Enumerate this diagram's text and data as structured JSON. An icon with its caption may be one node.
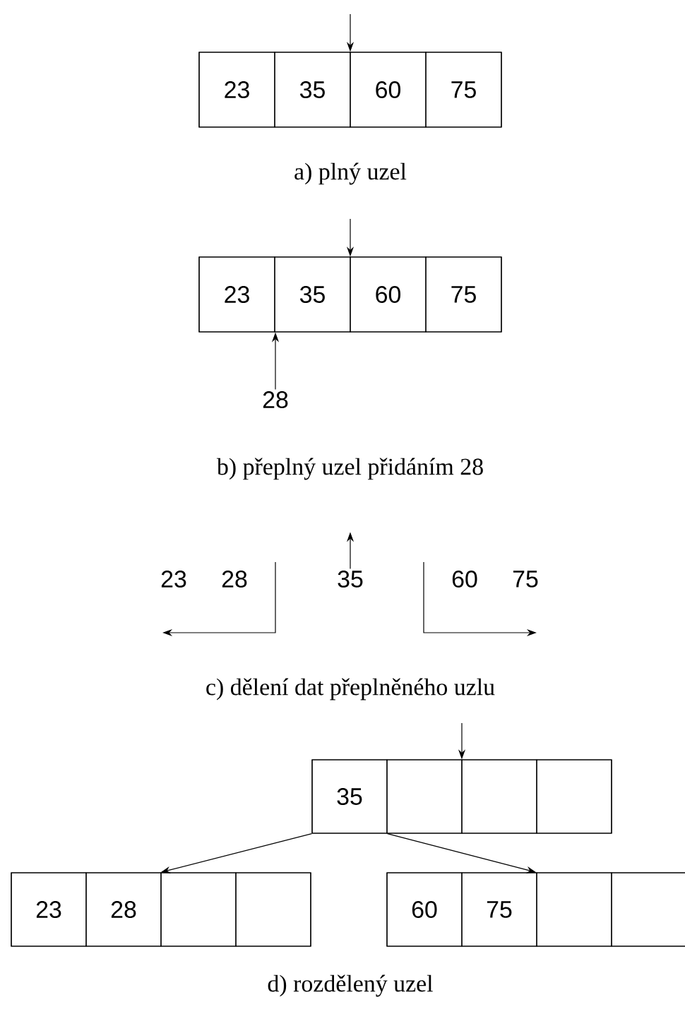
{
  "diagram": {
    "nodes": [
      {
        "text": [],
        "shape": "box"
      },
      {
        "text": [
          "23"
        ],
        "in": 0
      },
      {
        "text": [
          "35"
        ],
        "in": 0
      },
      {
        "text": [
          "60"
        ],
        "in": 0
      },
      {
        "text": [
          "75"
        ],
        "in": 0
      },
      {
        "text": [],
        "shape": "box"
      },
      {
        "text": [
          "23"
        ],
        "in": 5
      },
      {
        "text": [
          "35"
        ],
        "in": 5
      },
      {
        "text": [
          "60"
        ],
        "in": 5
      },
      {
        "text": [
          "75"
        ],
        "in": 5
      },
      {
        "text": [
          "28"
        ]
      },
      {
        "text": [
          "23"
        ]
      },
      {
        "text": [
          "28"
        ]
      },
      {
        "text": [
          "35"
        ]
      },
      {
        "text": [
          "60"
        ]
      },
      {
        "text": [
          "75"
        ]
      },
      {
        "text": [],
        "shape": "box"
      },
      {
        "text": [
          "35"
        ],
        "in": 16
      },
      {
        "text": [],
        "shape": "box",
        "in": 16
      },
      {
        "text": [],
        "shape": "box",
        "in": 16
      },
      {
        "text": [],
        "shape": "box",
        "in": 16
      },
      {
        "text": [],
        "shape": "box"
      },
      {
        "text": [
          "23"
        ],
        "in": 21
      },
      {
        "text": [
          "28"
        ],
        "in": 21
      },
      {
        "text": [],
        "shape": "box",
        "in": 21
      },
      {
        "text": [],
        "shape": "box",
        "in": 21
      },
      {
        "text": [],
        "shape": "box"
      },
      {
        "text": [
          "60"
        ],
        "in": 26
      },
      {
        "text": [
          "75"
        ],
        "in": 26
      },
      {
        "text": [],
        "shape": "box",
        "in": 26
      },
      {
        "text": [],
        "shape": "box",
        "in": 26
      }
    ],
    "edges": [
      {
        "from": null,
        "to": 0,
        "arrow": "to"
      },
      {
        "from": null,
        "to": 5,
        "arrow": "to"
      },
      {
        "from": 10,
        "to": 5,
        "arrow": "to"
      },
      {
        "from": 13,
        "to": null,
        "arrow": "to"
      },
      {
        "from": 12,
        "to": null,
        "arrow": "to"
      },
      {
        "from": 14,
        "to": null,
        "arrow": "to"
      },
      {
        "from": null,
        "to": 16,
        "arrow": "to"
      },
      {
        "from": 17,
        "to": 21,
        "arrow": "to"
      },
      {
        "from": 17,
        "to": 26,
        "arrow": "to"
      }
    ],
    "labels": [
      "a) plný uzel",
      "b) přeplný uzel přidáním 28",
      "c) dělení dat přeplněného uzlu",
      "d) rozdělený uzel"
    ]
  }
}
